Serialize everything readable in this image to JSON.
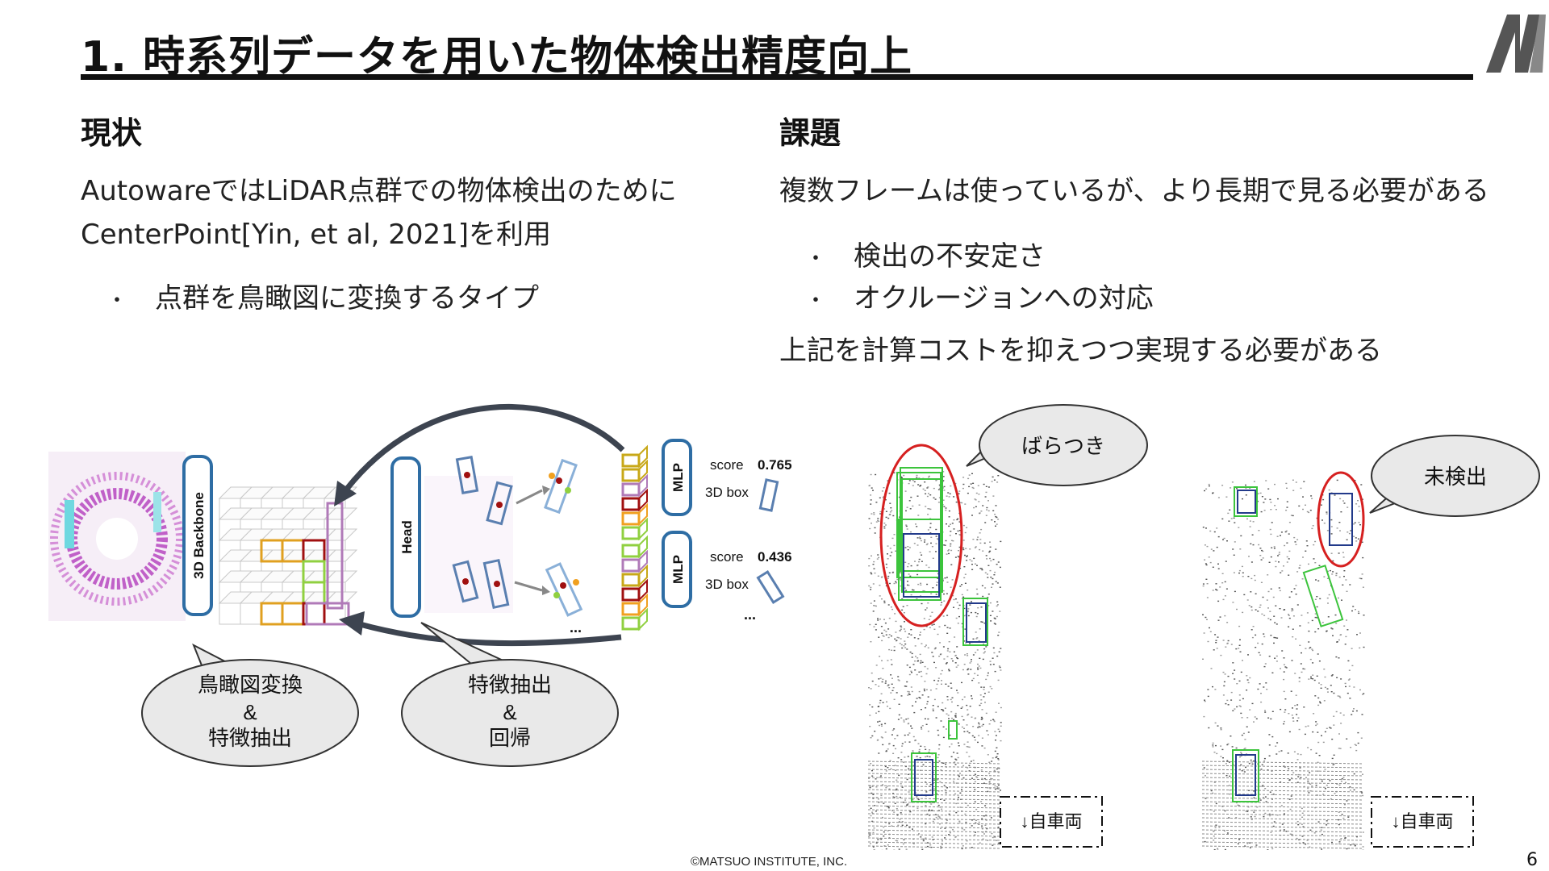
{
  "slide": {
    "title": "1. 時系列データを用いた物体検出精度向上",
    "page_number": "6",
    "footer": "©MATSUO INSTITUTE, INC."
  },
  "left": {
    "heading": "現状",
    "lines": [
      "AutowareではLiDAR点群での物体検出のために",
      "CenterPoint[Yin, et al, 2021]を利用"
    ],
    "bullets": [
      "点群を鳥瞰図に変換するタイプ"
    ]
  },
  "right": {
    "heading": "課題",
    "intro": "複数フレームは使っているが、より長期で見る必要がある",
    "bullets": [
      "検出の不安定さ",
      "オクルージョンへの対応"
    ],
    "conclusion": "上記を計算コストを抑えつつ実現する必要がある"
  },
  "bullet_symbol": "・",
  "diagram": {
    "backbone_label": "3D Backbone",
    "head_label": "Head",
    "mlp_label": "MLP",
    "score_label": "score",
    "score_top": "0.765",
    "score_bottom": "0.436",
    "box_label": "3D box",
    "ellipsis": "...",
    "bubble_left": [
      "鳥瞰図変換",
      "&",
      "特徴抽出"
    ],
    "bubble_right": [
      "特徴抽出",
      "&",
      "回帰"
    ]
  },
  "examples": {
    "bubble_jitter": "ばらつき",
    "bubble_missed": "未検出",
    "ego_label": "↓自車両"
  },
  "colors": {
    "accent_blue": "#2e6da4",
    "detection_green": "#3cc43c",
    "highlight_red": "#d62020",
    "bubble_fill": "#e9e9e9"
  }
}
